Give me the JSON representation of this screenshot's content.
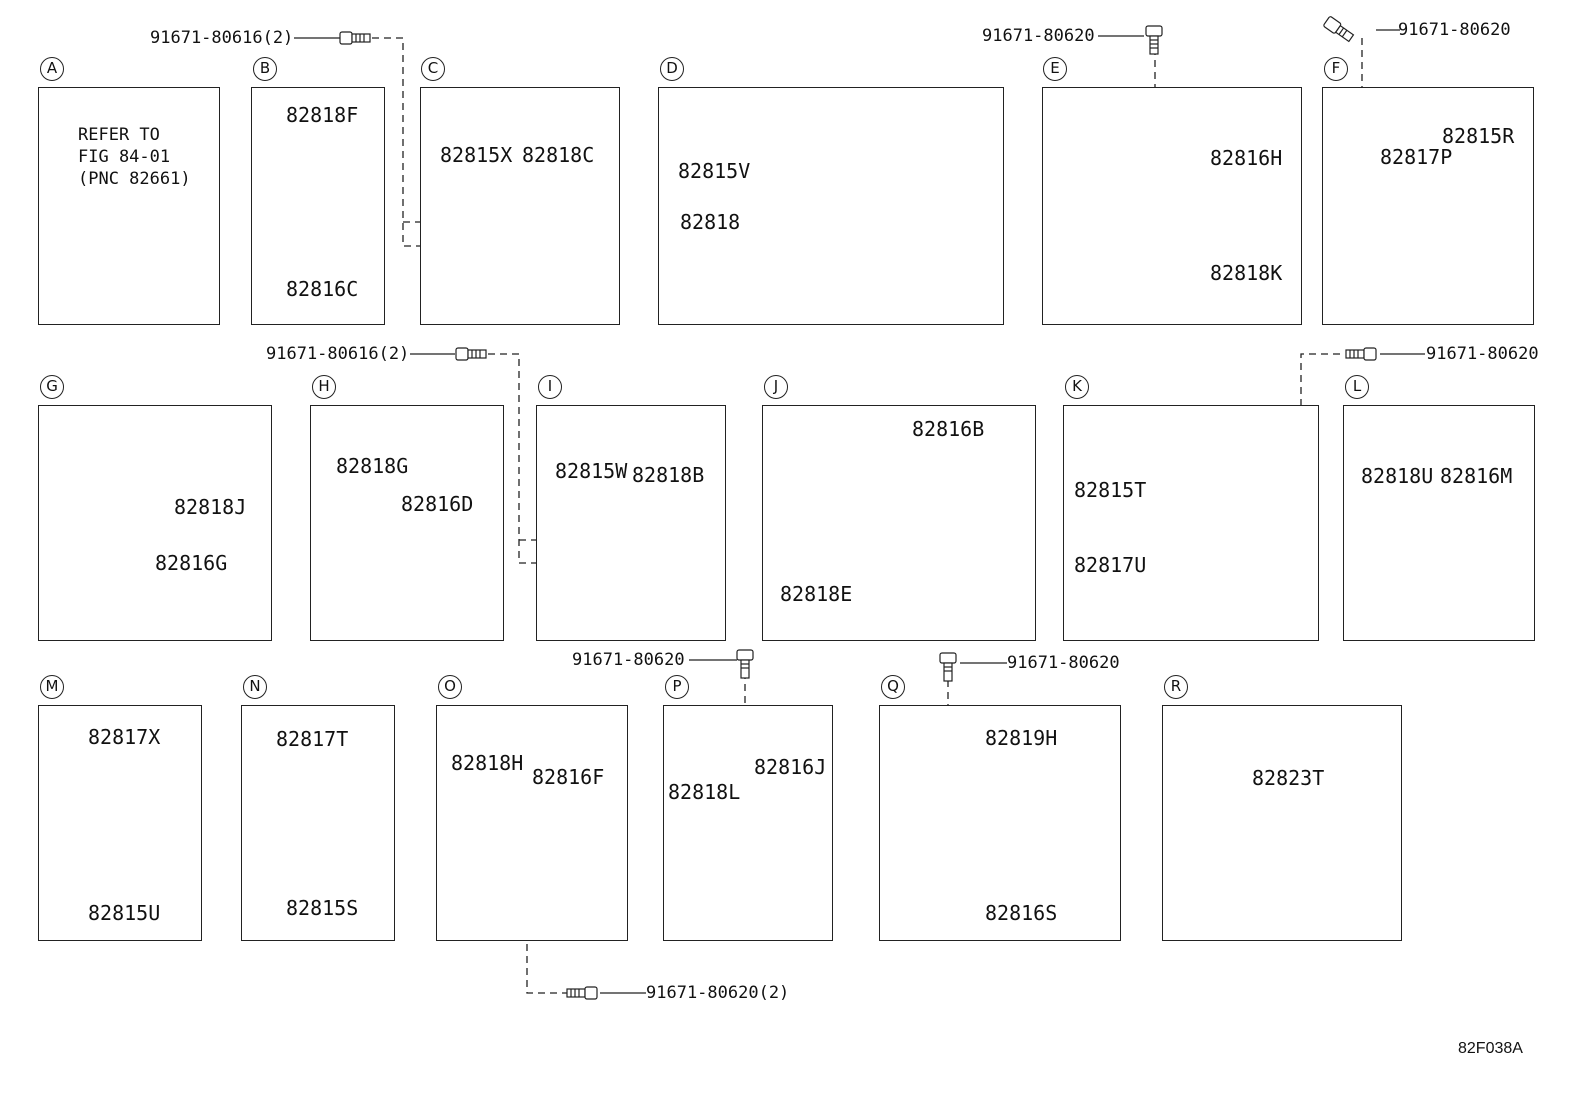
{
  "drawing_code": "82F038A",
  "note_panel_a": [
    "REFER TO",
    "FIG 84-01",
    "(PNC 82661)"
  ],
  "panels": {
    "A": {
      "letter": "A"
    },
    "B": {
      "letter": "B",
      "parts": [
        "82818F",
        "82816C"
      ]
    },
    "C": {
      "letter": "C",
      "parts": [
        "82815X",
        "82818C"
      ]
    },
    "D": {
      "letter": "D",
      "parts": [
        "82815V",
        "82818"
      ]
    },
    "E": {
      "letter": "E",
      "parts": [
        "82816H",
        "82818K"
      ]
    },
    "F": {
      "letter": "F",
      "parts": [
        "82817P",
        "82815R"
      ]
    },
    "G": {
      "letter": "G",
      "parts": [
        "82818J",
        "82816G"
      ]
    },
    "H": {
      "letter": "H",
      "parts": [
        "82818G",
        "82816D"
      ]
    },
    "I": {
      "letter": "I",
      "parts": [
        "82815W",
        "82818B"
      ]
    },
    "J": {
      "letter": "J",
      "parts": [
        "82816B",
        "82818E"
      ]
    },
    "K": {
      "letter": "K",
      "parts": [
        "82815T",
        "82817U"
      ]
    },
    "L": {
      "letter": "L",
      "parts": [
        "82818U",
        "82816M"
      ]
    },
    "M": {
      "letter": "M",
      "parts": [
        "82817X",
        "82815U"
      ]
    },
    "N": {
      "letter": "N",
      "parts": [
        "82817T",
        "82815S"
      ]
    },
    "O": {
      "letter": "O",
      "parts": [
        "82818H",
        "82816F"
      ]
    },
    "P": {
      "letter": "P",
      "parts": [
        "82818L",
        "82816J"
      ]
    },
    "Q": {
      "letter": "Q",
      "parts": [
        "82819H",
        "82816S"
      ]
    },
    "R": {
      "letter": "R",
      "parts": [
        "82823T"
      ]
    }
  },
  "screws": {
    "c": "91671-80616(2)",
    "e": "91671-80620",
    "f": "91671-80620",
    "i": "91671-80616(2)",
    "k": "91671-80620",
    "p": "91671-80620",
    "q": "91671-80620",
    "o": "91671-80620(2)"
  }
}
